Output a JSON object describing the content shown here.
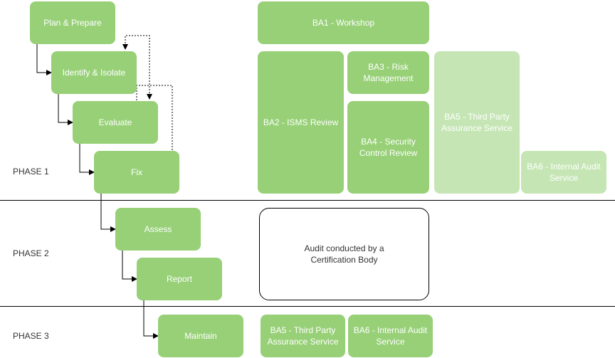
{
  "phases": [
    "PHASE 1",
    "PHASE 2",
    "PHASE 3"
  ],
  "steps": [
    "Plan & Prepare",
    "Identify & Isolate",
    "Evaluate",
    "Fix",
    "Assess",
    "Report",
    "Maintain"
  ],
  "activities": {
    "ba1": "BA1 - Workshop",
    "ba2": "BA2 - ISMS Review",
    "ba3": "BA3 - Risk Management",
    "ba4": "BA4 - Security Control Review",
    "ba5": "BA5 - Third Party Assurance Service",
    "ba6": "BA6 - Internal Audit Service",
    "audit": "Audit conducted by a Certification Body",
    "ba5_phase3": "BA5 - Third Party Assurance Service",
    "ba6_phase3": "BA6 - Internal Audit Service"
  },
  "colors": {
    "green": "#97d077",
    "light_green": "#c5e6b4",
    "line": "#000000"
  }
}
